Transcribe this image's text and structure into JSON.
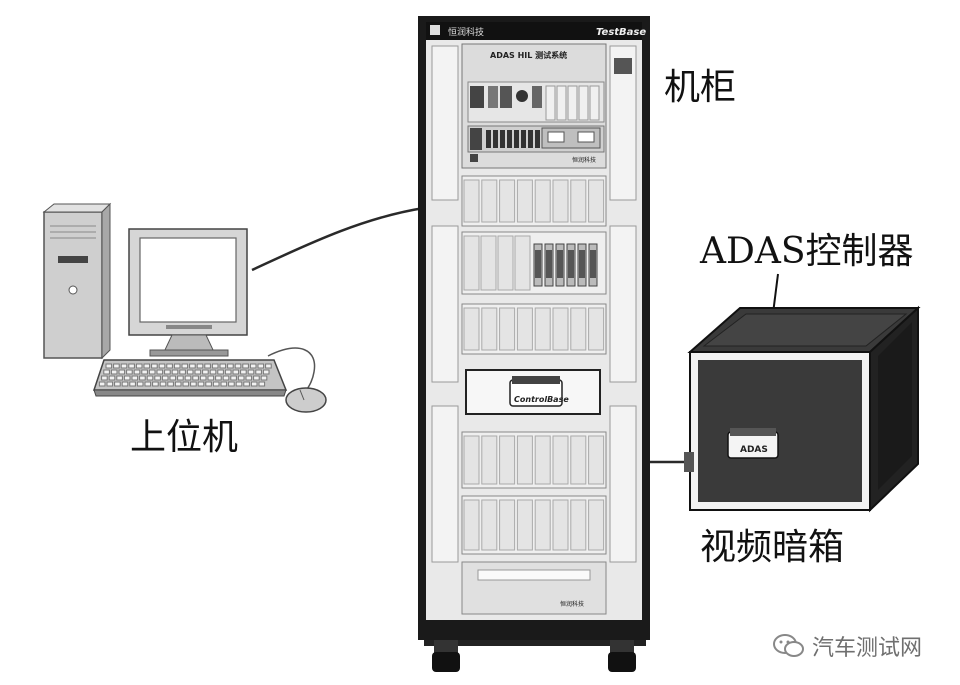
{
  "labels": {
    "cabinet": "机柜",
    "host_pc": "上位机",
    "adas_controller": "ADAS控制器",
    "video_darkbox": "视频暗箱"
  },
  "cabinet_panel": {
    "brand": "恒润科技",
    "brand_right": "TestBase",
    "header": "ADAS HIL 测试系统",
    "middle_unit": "ControlBase",
    "unit_logo": "恒润科技"
  },
  "darkbox_device": "ADAS",
  "watermark": "汽车测试网",
  "colors": {
    "cabinet_frame": "#1a1a1a",
    "panel": "#e9e9e9",
    "slot": "#d2d2d2",
    "box_dark": "#3a3a3a",
    "box_side": "#222222",
    "cable": "#2a2a2a"
  }
}
